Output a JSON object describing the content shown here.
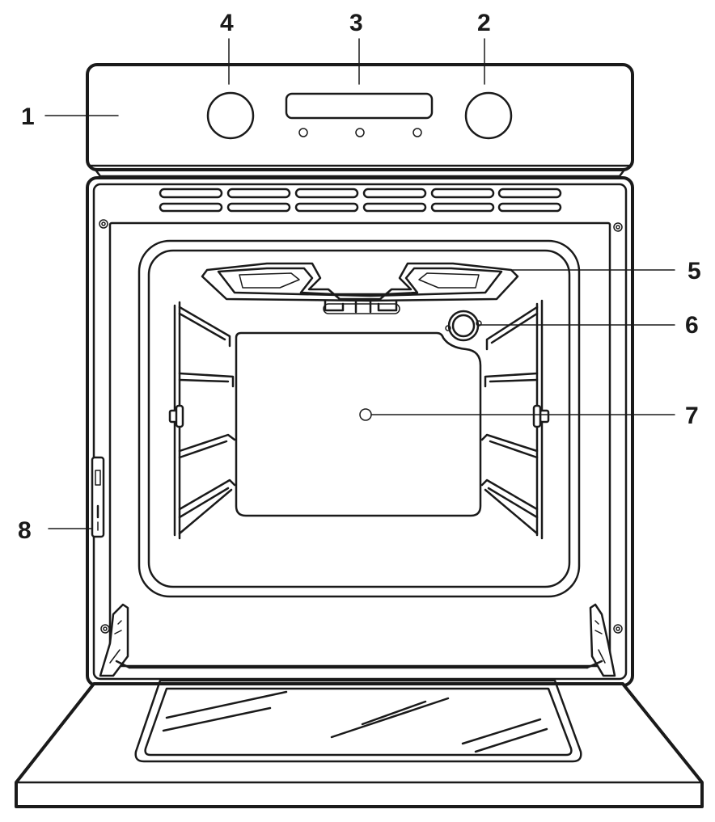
{
  "figure": {
    "subject": "oven-front-view",
    "colors": {
      "ink": "#1a1a1a",
      "background": "#ffffff"
    }
  },
  "callouts": {
    "c1": "1",
    "c2": "2",
    "c3": "3",
    "c4": "4",
    "c5": "5",
    "c6": "6",
    "c7": "7",
    "c8": "8"
  },
  "parts": {
    "control_panel": "control-panel",
    "right_knob": "right-knob",
    "display": "display",
    "left_knob": "left-knob",
    "grill_element": "grill-element",
    "oven_lamp": "oven-lamp",
    "rear_wall": "rear-wall",
    "door_catch": "door-catch"
  }
}
